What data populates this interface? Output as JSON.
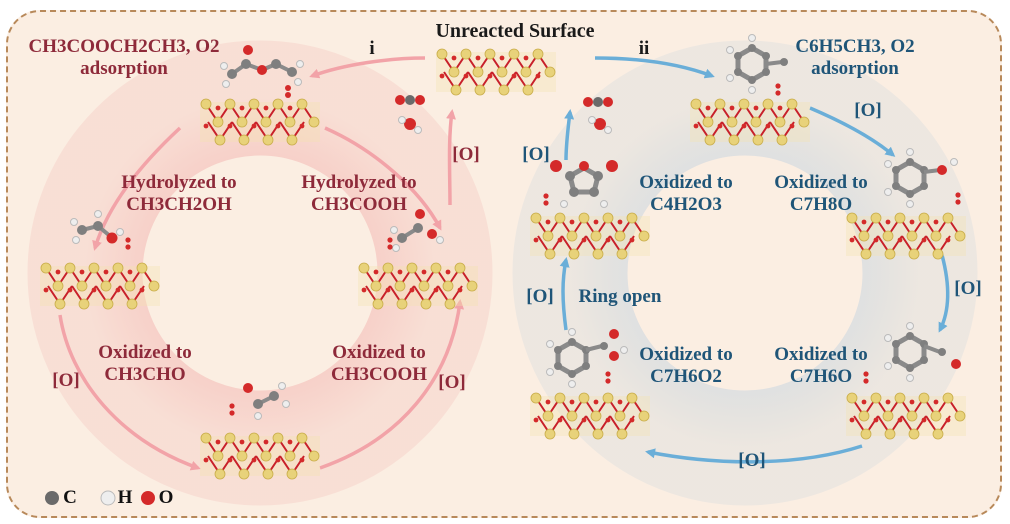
{
  "title": "Unreacted Surface",
  "cycle_i": {
    "marker": "i",
    "adsorption": [
      "CH3COOCH2CH3, O2",
      "adsorption"
    ],
    "step_hydrolyzed_ethanol": [
      "Hydrolyzed to",
      "CH3CH2OH"
    ],
    "step_hydrolyzed_acid": [
      "Hydrolyzed to",
      "CH3COOH"
    ],
    "step_oxidized_acetaldehyde": [
      "Oxidized to",
      "CH3CHO"
    ],
    "step_oxidized_acid": [
      "Oxidized to",
      "CH3COOH"
    ],
    "oxidation_left": "[O]",
    "oxidation_right": "[O]",
    "oxidation_top": "[O]"
  },
  "cycle_ii": {
    "marker": "ii",
    "adsorption": [
      "C6H5CH3, O2",
      "adsorption"
    ],
    "oxidation_1": "[O]",
    "step_cresol": [
      "Oxidized to",
      "C7H8O"
    ],
    "oxidation_2": "[O]",
    "step_benzaldehyde": [
      "Oxidized to",
      "C7H6O"
    ],
    "oxidation_3": "[O]",
    "step_benzoic_acid": [
      "Oxidized to",
      "C7H6O2"
    ],
    "oxidation_4": "[O]",
    "ring_open": "Ring open",
    "step_maleic_anhydride": [
      "Oxidized to",
      "C4H2O3"
    ],
    "oxidation_5": "[O]"
  },
  "legend": {
    "c": "C",
    "h": "H",
    "o": "O"
  },
  "colors": {
    "red_text": "#8e2a3a",
    "blue_text": "#1f5578",
    "red_arrow": "#f2a3a8",
    "blue_arrow": "#6aaed8",
    "frame": "#b8895a"
  }
}
